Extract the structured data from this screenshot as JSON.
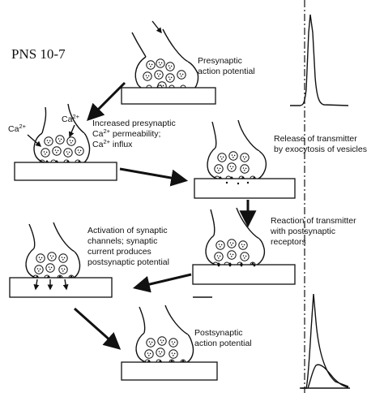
{
  "figure_id": "PNS 10-7",
  "labels": {
    "step1": [
      "Presynaptic",
      "action potential"
    ],
    "step2_ca_left": "Ca",
    "step2_ca_right": "Ca",
    "step2_charge": "2+",
    "step2": [
      "Increased presynaptic",
      "Ca",
      "permeability;",
      "Ca",
      "influx"
    ],
    "step3": [
      "Release of transmitter",
      "by exocytosis of vesicles"
    ],
    "step4": [
      "Reaction of transmitter",
      "with postsynaptic",
      "receptors"
    ],
    "step5": [
      "Activation of synaptic",
      "channels; synaptic",
      "current produces",
      "postsynaptic potential"
    ],
    "step6": [
      "Postsynaptic",
      "action potential"
    ]
  },
  "traces": {
    "top": "presynaptic action potential spike",
    "bottom": "postsynaptic potential with superimposed action potential"
  }
}
